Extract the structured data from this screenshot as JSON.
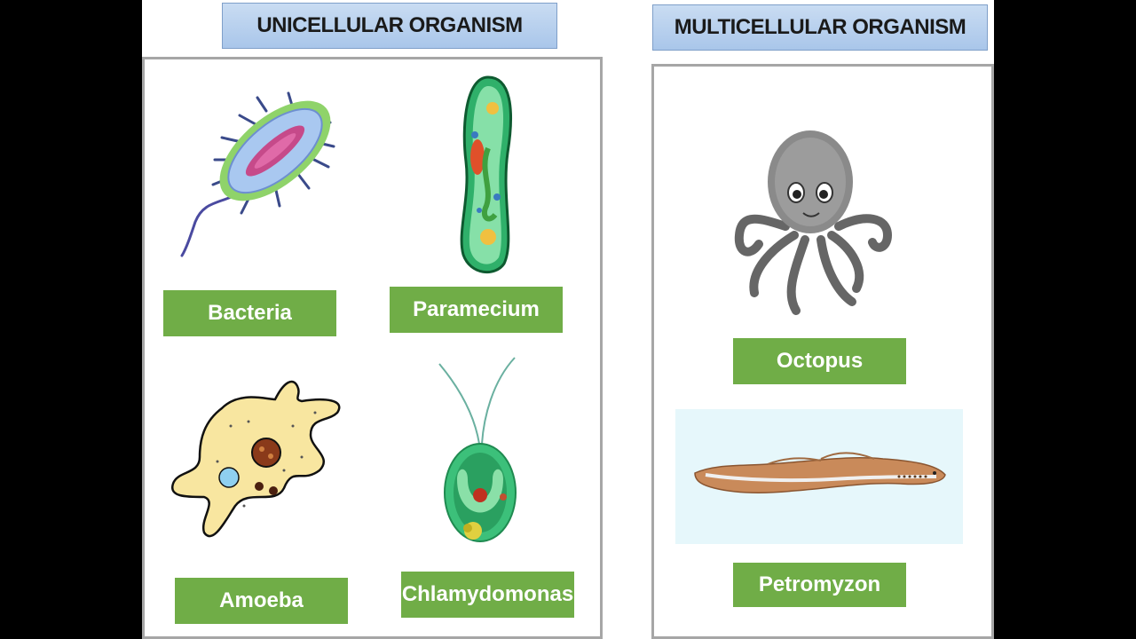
{
  "headers": {
    "unicellular": "UNICELLULAR ORGANISM",
    "multicellular": "MULTICELLULAR ORGANISM"
  },
  "unicellular_items": {
    "bacteria": "Bacteria",
    "paramecium": "Paramecium",
    "amoeba": "Amoeba",
    "chlamydomonas": "Chlamydomonas"
  },
  "multicellular_items": {
    "octopus": "Octopus",
    "petromyzon": "Petromyzon"
  },
  "colors": {
    "label_green": "#70ad47",
    "header_blue": "#b4cdee",
    "panel_border": "#a6a6a6"
  }
}
